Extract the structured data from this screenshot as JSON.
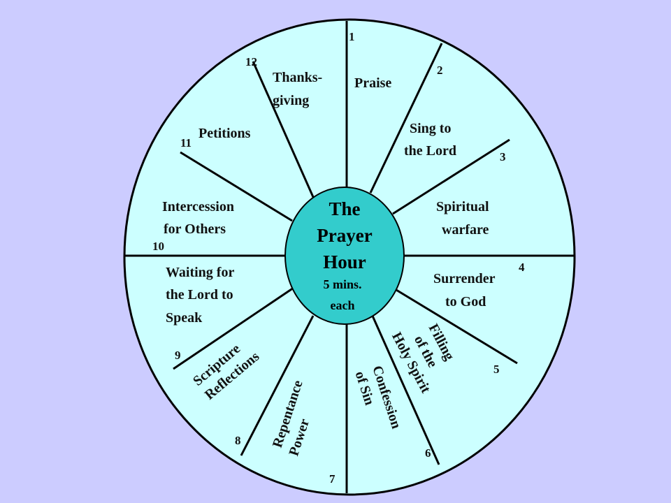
{
  "colors": {
    "background": "#ccccff",
    "wheel_fill": "#ccffff",
    "center_fill": "#33cccc",
    "line": "#000000"
  },
  "center": {
    "title_line1": "The",
    "title_line2": "Prayer",
    "title_line3": "Hour",
    "sub_line1": "5 mins.",
    "sub_line2": "each"
  },
  "numbers": [
    "1",
    "2",
    "3",
    "4",
    "5",
    "6",
    "7",
    "8",
    "9",
    "10",
    "11",
    "12"
  ],
  "segments": [
    {
      "lines": [
        "Praise"
      ]
    },
    {
      "lines": [
        "Sing to",
        "the Lord"
      ]
    },
    {
      "lines": [
        "Spiritual",
        "warfare"
      ]
    },
    {
      "lines": [
        "Surrender",
        "to God"
      ]
    },
    {
      "lines": [
        "Filling",
        "of the",
        "Holy Spirit"
      ]
    },
    {
      "lines": [
        "Confession",
        "of Sin"
      ]
    },
    {
      "lines": [
        "Repentance",
        "Power"
      ]
    },
    {
      "lines": [
        "Scripture",
        "Reflections"
      ]
    },
    {
      "lines": [
        "Waiting for",
        "the Lord to",
        "Speak"
      ]
    },
    {
      "lines": [
        "Intercession",
        "for Others"
      ]
    },
    {
      "lines": [
        "Petitions"
      ]
    },
    {
      "lines": [
        "Thanks-",
        "giving"
      ]
    }
  ]
}
